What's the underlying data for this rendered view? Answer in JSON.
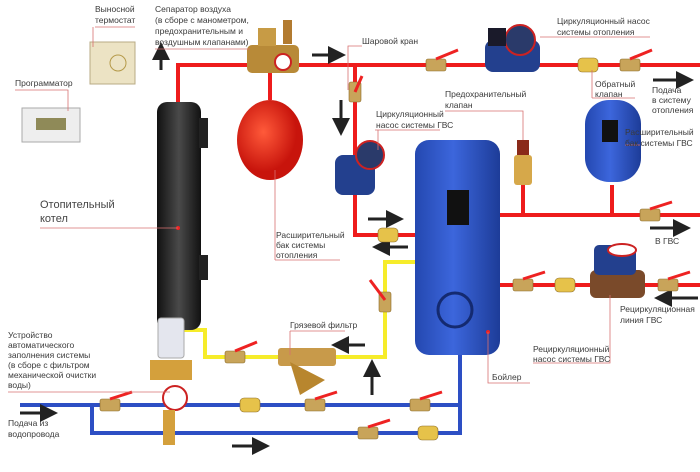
{
  "labels": {
    "thermostat": [
      "Выносной",
      "термостат"
    ],
    "programmer": "Программатор",
    "air_separator": [
      "Сепаратор воздуха",
      "(в сборе с манометром,",
      "предохранительным и",
      "воздушным клапанами)"
    ],
    "ball_valve": "Шаровой кран",
    "heating_pump": [
      "Циркуляционный насос",
      "системы отопления"
    ],
    "check_valve": [
      "Обратный",
      "клапан"
    ],
    "heating_supply": [
      "Подача",
      "в систему",
      "отопления"
    ],
    "safety_valve": [
      "Предохранительный",
      "клапан"
    ],
    "dhw_pump": [
      "Циркуляционный",
      "насос системы ГВС"
    ],
    "dhw_tank": [
      "Расширительный",
      "бак системы ГВС"
    ],
    "boiler_heater": [
      "Отопительный",
      "котел"
    ],
    "heating_tank": [
      "Расширительный",
      "бак системы",
      "отопления"
    ],
    "to_dhw": "В ГВС",
    "recirc_line": [
      "Рециркуляционная",
      "линия ГВС"
    ],
    "mud_filter": "Грязевой фильтр",
    "recirc_pump": [
      "Рециркуляционный",
      "насос системы ГВС"
    ],
    "water_heater": "Бойлер",
    "auto_fill": [
      "Устройство",
      "автоматического",
      "заполнения системы",
      "(в сборе с фильтром",
      "механической очистки",
      "воды)"
    ],
    "water_supply": [
      "Подача из",
      "водопровода"
    ]
  },
  "colors": {
    "hot_pipe": "#ee1c1c",
    "return_pipe": "#f6ec2a",
    "cold_pipe": "#2d4fc4",
    "boiler_heater": "#2a2a2a",
    "water_heater": "#2f55c8"
  }
}
